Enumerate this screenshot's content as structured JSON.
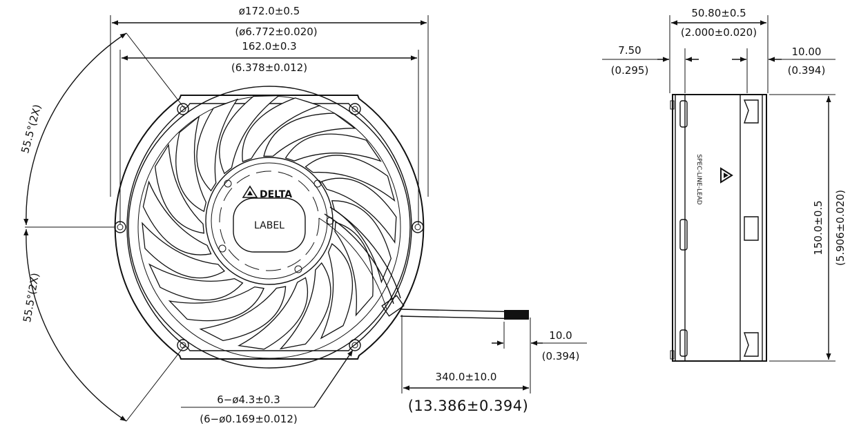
{
  "front_view": {
    "outer_diameter": "ø172.0±0.5",
    "outer_diameter_inch": "(ø6.772±0.020)",
    "hole_spacing": "162.0±0.3",
    "hole_spacing_inch": "(6.378±0.012)",
    "angle_upper": "55.5°(2X)",
    "angle_lower": "55.5°(2X)",
    "brand": "DELTA",
    "label": "LABEL",
    "holes": "6−ø4.3±0.3",
    "holes_inch": "(6−ø0.169±0.012)",
    "strip_length": "10.0",
    "strip_length_inch": "(0.394)",
    "lead_length": "340.0±10.0",
    "lead_length_inch": "(13.386±0.394)"
  },
  "side_view": {
    "depth": "50.80±0.5",
    "depth_inch": "(2.000±0.020)",
    "left_offset": "7.50",
    "left_offset_inch": "(0.295)",
    "right_offset": "10.00",
    "right_offset_inch": "(0.394)",
    "height": "150.0±0.5",
    "height_inch": "(5.906±0.020)",
    "marking": "SPEC-LINE-LEAD"
  }
}
